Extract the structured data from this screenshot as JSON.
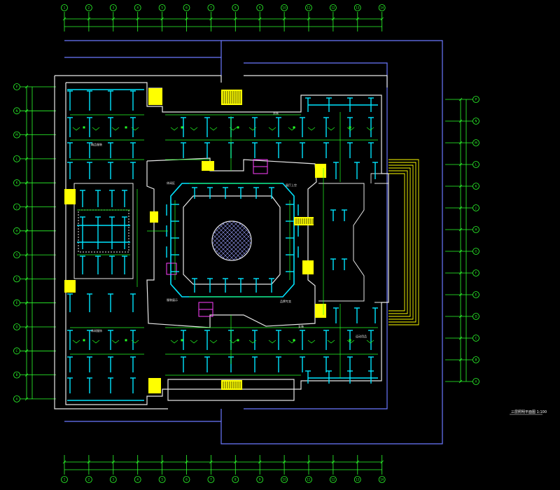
{
  "drawing": {
    "caption": "三层照明平面图 1:100",
    "colors": {
      "background": "#000000",
      "grid": "#2cff2c",
      "wall": "#e8e8e8",
      "boundary": "#6b78ff",
      "lighting": "#00e5ff",
      "wiring": "#24ff24",
      "stair": "#ffff00",
      "core": "#ff40ff"
    },
    "axes": {
      "top": [
        "1",
        "2",
        "3",
        "4",
        "5",
        "6",
        "7",
        "8",
        "9",
        "10",
        "11",
        "12",
        "13",
        "14"
      ],
      "left": [
        "P",
        "N",
        "M",
        "L",
        "K",
        "J",
        "H",
        "G",
        "F",
        "E",
        "D",
        "C",
        "B",
        "A"
      ],
      "right": [
        "P",
        "N",
        "M",
        "L",
        "K",
        "J",
        "H",
        "G",
        "F",
        "E",
        "D",
        "C",
        "B",
        "A"
      ]
    },
    "rooms": [
      {
        "name": "精品服装"
      },
      {
        "name": "休闲区"
      },
      {
        "name": "展厅上空"
      },
      {
        "name": "服装展示"
      },
      {
        "name": "品牌专卖"
      },
      {
        "name": "休闲服饰"
      },
      {
        "name": "运动用品"
      },
      {
        "name": "男装"
      },
      {
        "name": "女装"
      }
    ]
  }
}
